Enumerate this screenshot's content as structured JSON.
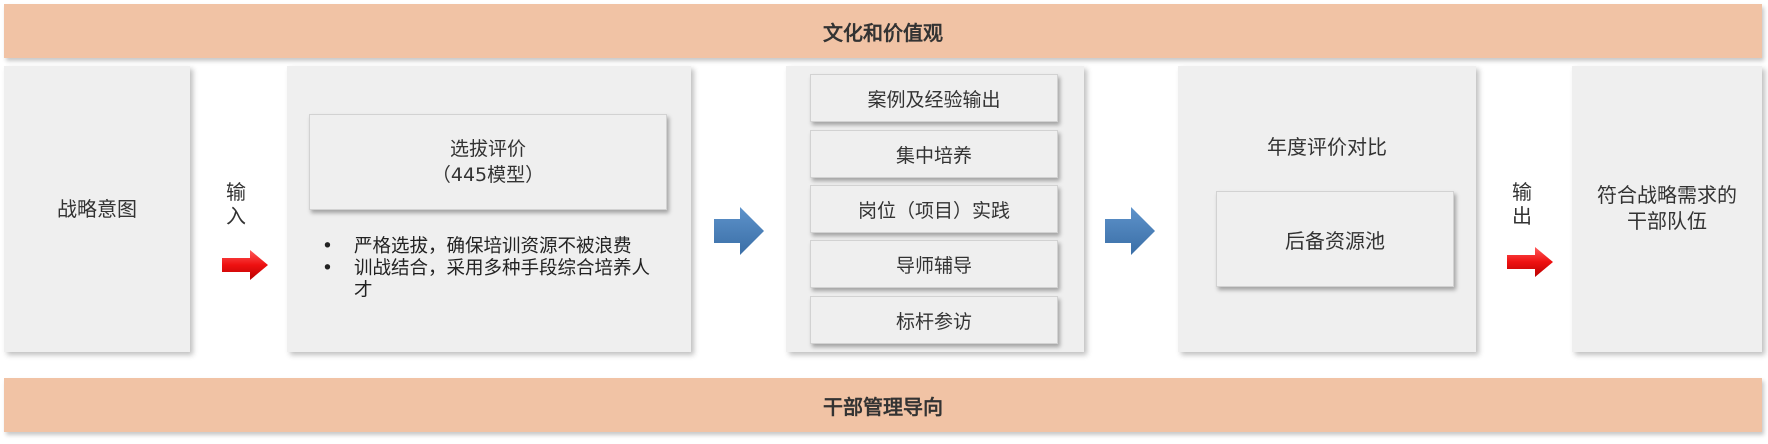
{
  "top_band": "文化和价值观",
  "bottom_band": "干部管理导向",
  "strategy": "战略意图",
  "input_label": [
    "输",
    "入"
  ],
  "output_label": [
    "输",
    "出"
  ],
  "selection": {
    "title_line1": "选拔评价",
    "title_line2": "（445模型）",
    "bullets": [
      {
        "bullet": "•",
        "text": "严格选拔，确保培训资源不被浪费"
      },
      {
        "bullet": "•",
        "text": "训战结合，采用多种手段综合培养人才"
      }
    ]
  },
  "training_methods": [
    "案例及经验输出",
    "集中培养",
    "岗位（项目）实践",
    "导师辅导",
    "标杆参访"
  ],
  "evaluation": {
    "title": "年度评价对比",
    "pool": "后备资源池"
  },
  "result": {
    "line1": "符合战略需求的",
    "line2": "干部队伍"
  },
  "colors": {
    "band": "#f1c3a5",
    "panel": "#efefef",
    "red_arrow": "#ee1111",
    "blue_arrow": "#4a7fb8"
  }
}
